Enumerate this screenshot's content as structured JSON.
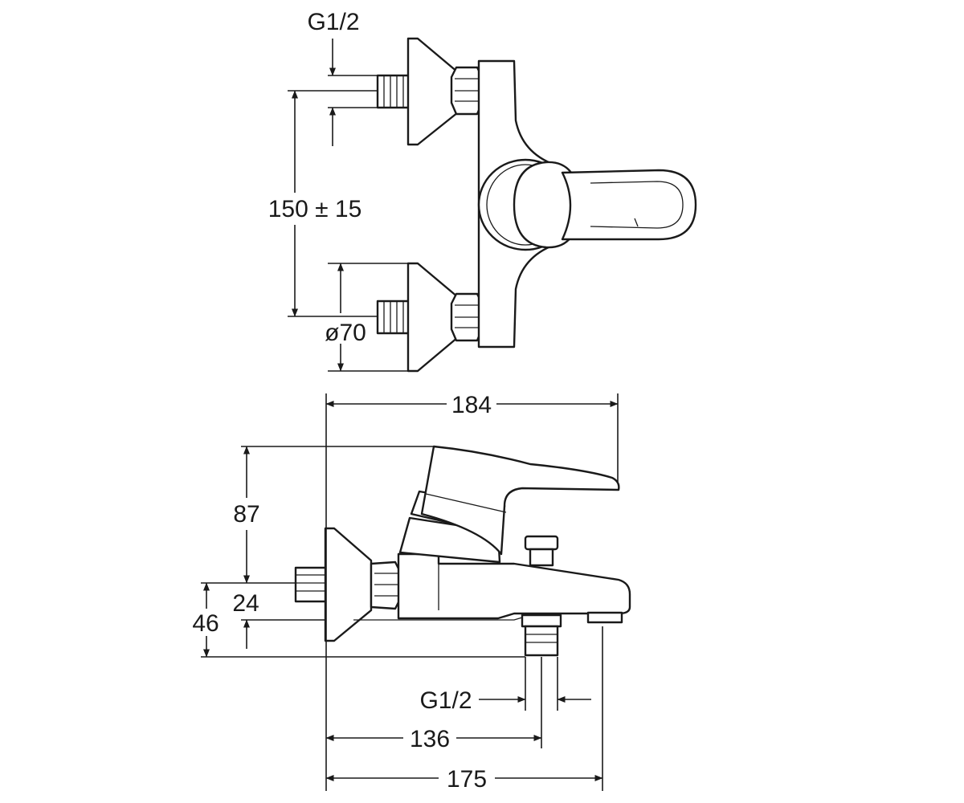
{
  "top_view": {
    "thread_label": "G1/2",
    "center_distance_label": "150 ± 15",
    "flange_diameter_label": "ø70"
  },
  "side_view": {
    "total_length_label": "184",
    "height_label": "87",
    "spout_offset_label": "24",
    "inlet_height_label": "46",
    "outlet_thread_label": "G1/2",
    "outlet_distance_label": "136",
    "spout_length_label": "175"
  }
}
